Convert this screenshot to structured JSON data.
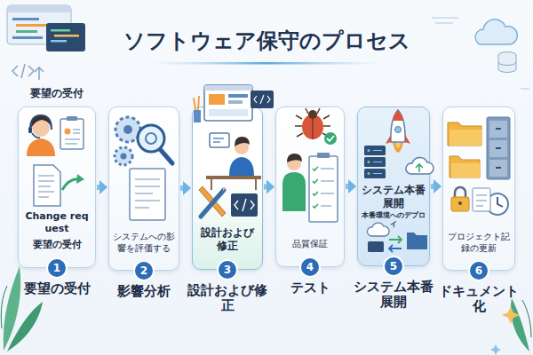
{
  "diagram": {
    "title": "ソフトウェア保守のプロセス",
    "nodes": [
      {
        "text": [
          "要望の受付",
          "Change request",
          "要望の受付",
          "要望の受付"
        ]
      },
      {
        "text": [
          "1"
        ],
        "in": 0
      },
      {
        "text": [
          "システムへの影響を評価する",
          "影響分析"
        ]
      },
      {
        "text": [
          "2"
        ],
        "in": 2
      },
      {
        "text": [
          "設計および修正",
          "設計および修正"
        ]
      },
      {
        "text": [
          "3"
        ],
        "in": 4
      },
      {
        "text": [
          "品質保証",
          "テスト"
        ]
      },
      {
        "text": [
          "4"
        ],
        "in": 6
      },
      {
        "text": [
          "システム本番展開",
          "本番環境へのデプロイ",
          "システム本番展開"
        ]
      },
      {
        "text": [
          "5"
        ],
        "in": 8
      },
      {
        "text": [
          "プロジェクト記録の更新",
          "ドキュメント化"
        ]
      },
      {
        "text": [
          "6"
        ],
        "in": 10
      }
    ],
    "edges": [
      {
        "from": 0,
        "to": 2,
        "arrow": "to"
      },
      {
        "from": 2,
        "to": 4,
        "arrow": "to"
      },
      {
        "from": 4,
        "to": 6,
        "arrow": "to"
      },
      {
        "from": 6,
        "to": 8,
        "arrow": "to"
      },
      {
        "from": 8,
        "to": 10,
        "arrow": "to"
      }
    ]
  }
}
